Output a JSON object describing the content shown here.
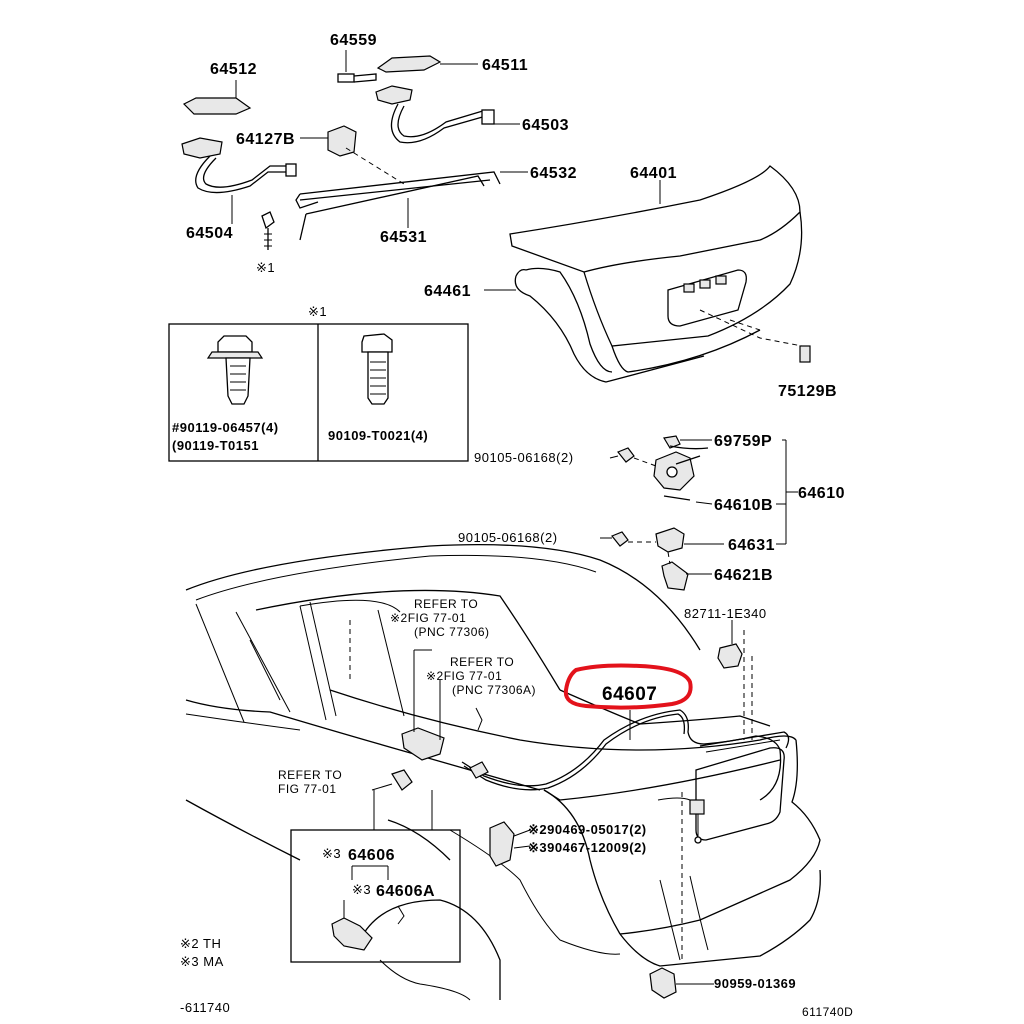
{
  "parts": {
    "p64559": "64559",
    "p64511": "64511",
    "p64512": "64512",
    "p64503": "64503",
    "p64127b": "64127B",
    "p64532": "64532",
    "p64401": "64401",
    "p64504": "64504",
    "p64531": "64531",
    "p64461": "64461",
    "p75129b": "75129B",
    "p69759p": "69759P",
    "p64610": "64610",
    "p64610b": "64610B",
    "p64631": "64631",
    "p64621b": "64621B",
    "p90105_a": "90105-06168(2)",
    "p90105_b": "90105-06168(2)",
    "p82711": "82711-1E340",
    "p64607": "64607",
    "p90469": "※290469-05017(2)",
    "p90467": "※390467-12009(2)",
    "p90959": "90959-01369",
    "p64606": "64606",
    "p64606a": "64606A",
    "mark1_a": "※1",
    "mark1_b": "※1",
    "mark3_a": "※3",
    "mark3_b": "※3"
  },
  "boltbox": {
    "left_line1": "#90119-06457(4)",
    "left_line2": "(90119-T0151",
    "right_line1": "90109-T0021(4)"
  },
  "refer": {
    "r1_l1": "REFER TO",
    "r1_l2": "※2FIG 77-01",
    "r1_l3": "(PNC 77306)",
    "r2_l1": "REFER TO",
    "r2_l2": "※2FIG 77-01",
    "r2_l3": "(PNC 77306A)",
    "r3_l1": "REFER TO",
    "r3_l2": "FIG 77-01"
  },
  "legend": {
    "th": "※2 TH",
    "ma": "※3 MA"
  },
  "footer": {
    "left_code": "-611740",
    "right_code": "611740D"
  },
  "colors": {
    "highlight": "#e3121b",
    "ink": "#000000"
  }
}
